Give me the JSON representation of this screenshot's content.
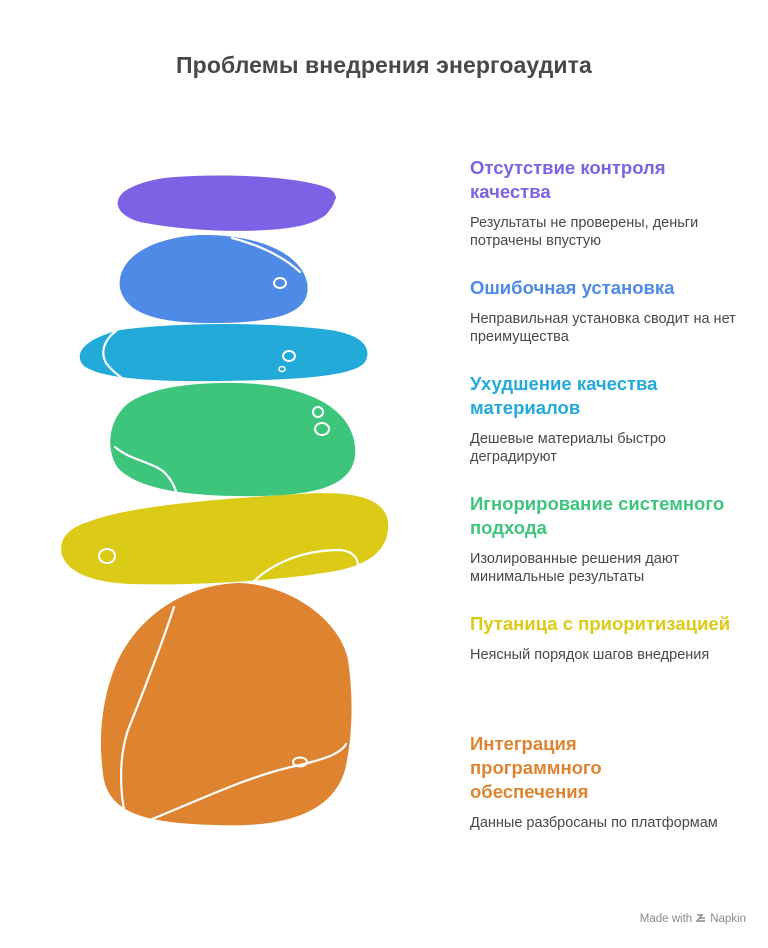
{
  "title": "Проблемы внедрения энергоаудита",
  "colors": {
    "purple": "#7e62e6",
    "blue": "#4e8ae6",
    "cyan": "#22aad9",
    "green": "#3ec57c",
    "yellow": "#dccb16",
    "orange": "#de8431",
    "text": "#484848"
  },
  "items": [
    {
      "title": "Отсутствие контроля качества",
      "description": "Результаты не проверены, деньги потрачены впустую",
      "color": "#7e62e6"
    },
    {
      "title": "Ошибочная установка",
      "description": "Неправильная установка сводит на нет преимущества",
      "color": "#4e8ae6"
    },
    {
      "title": "Ухудшение качества материалов",
      "description": "Дешевые материалы быстро деградируют",
      "color": "#22aad9"
    },
    {
      "title": "Игнорирование системного подхода",
      "description": "Изолированные решения дают минимальные результаты",
      "color": "#3ec57c"
    },
    {
      "title": "Путаница с приоритизацией",
      "description": "Неясный порядок шагов внедрения",
      "color": "#dccb16"
    },
    {
      "title": "Интеграция программного обеспечения",
      "description": "Данные разбросаны по платформам",
      "color": "#de8431"
    }
  ],
  "footer": {
    "made_with": "Made with",
    "brand": "Napkin",
    "icon": "napkin-logo-icon"
  }
}
